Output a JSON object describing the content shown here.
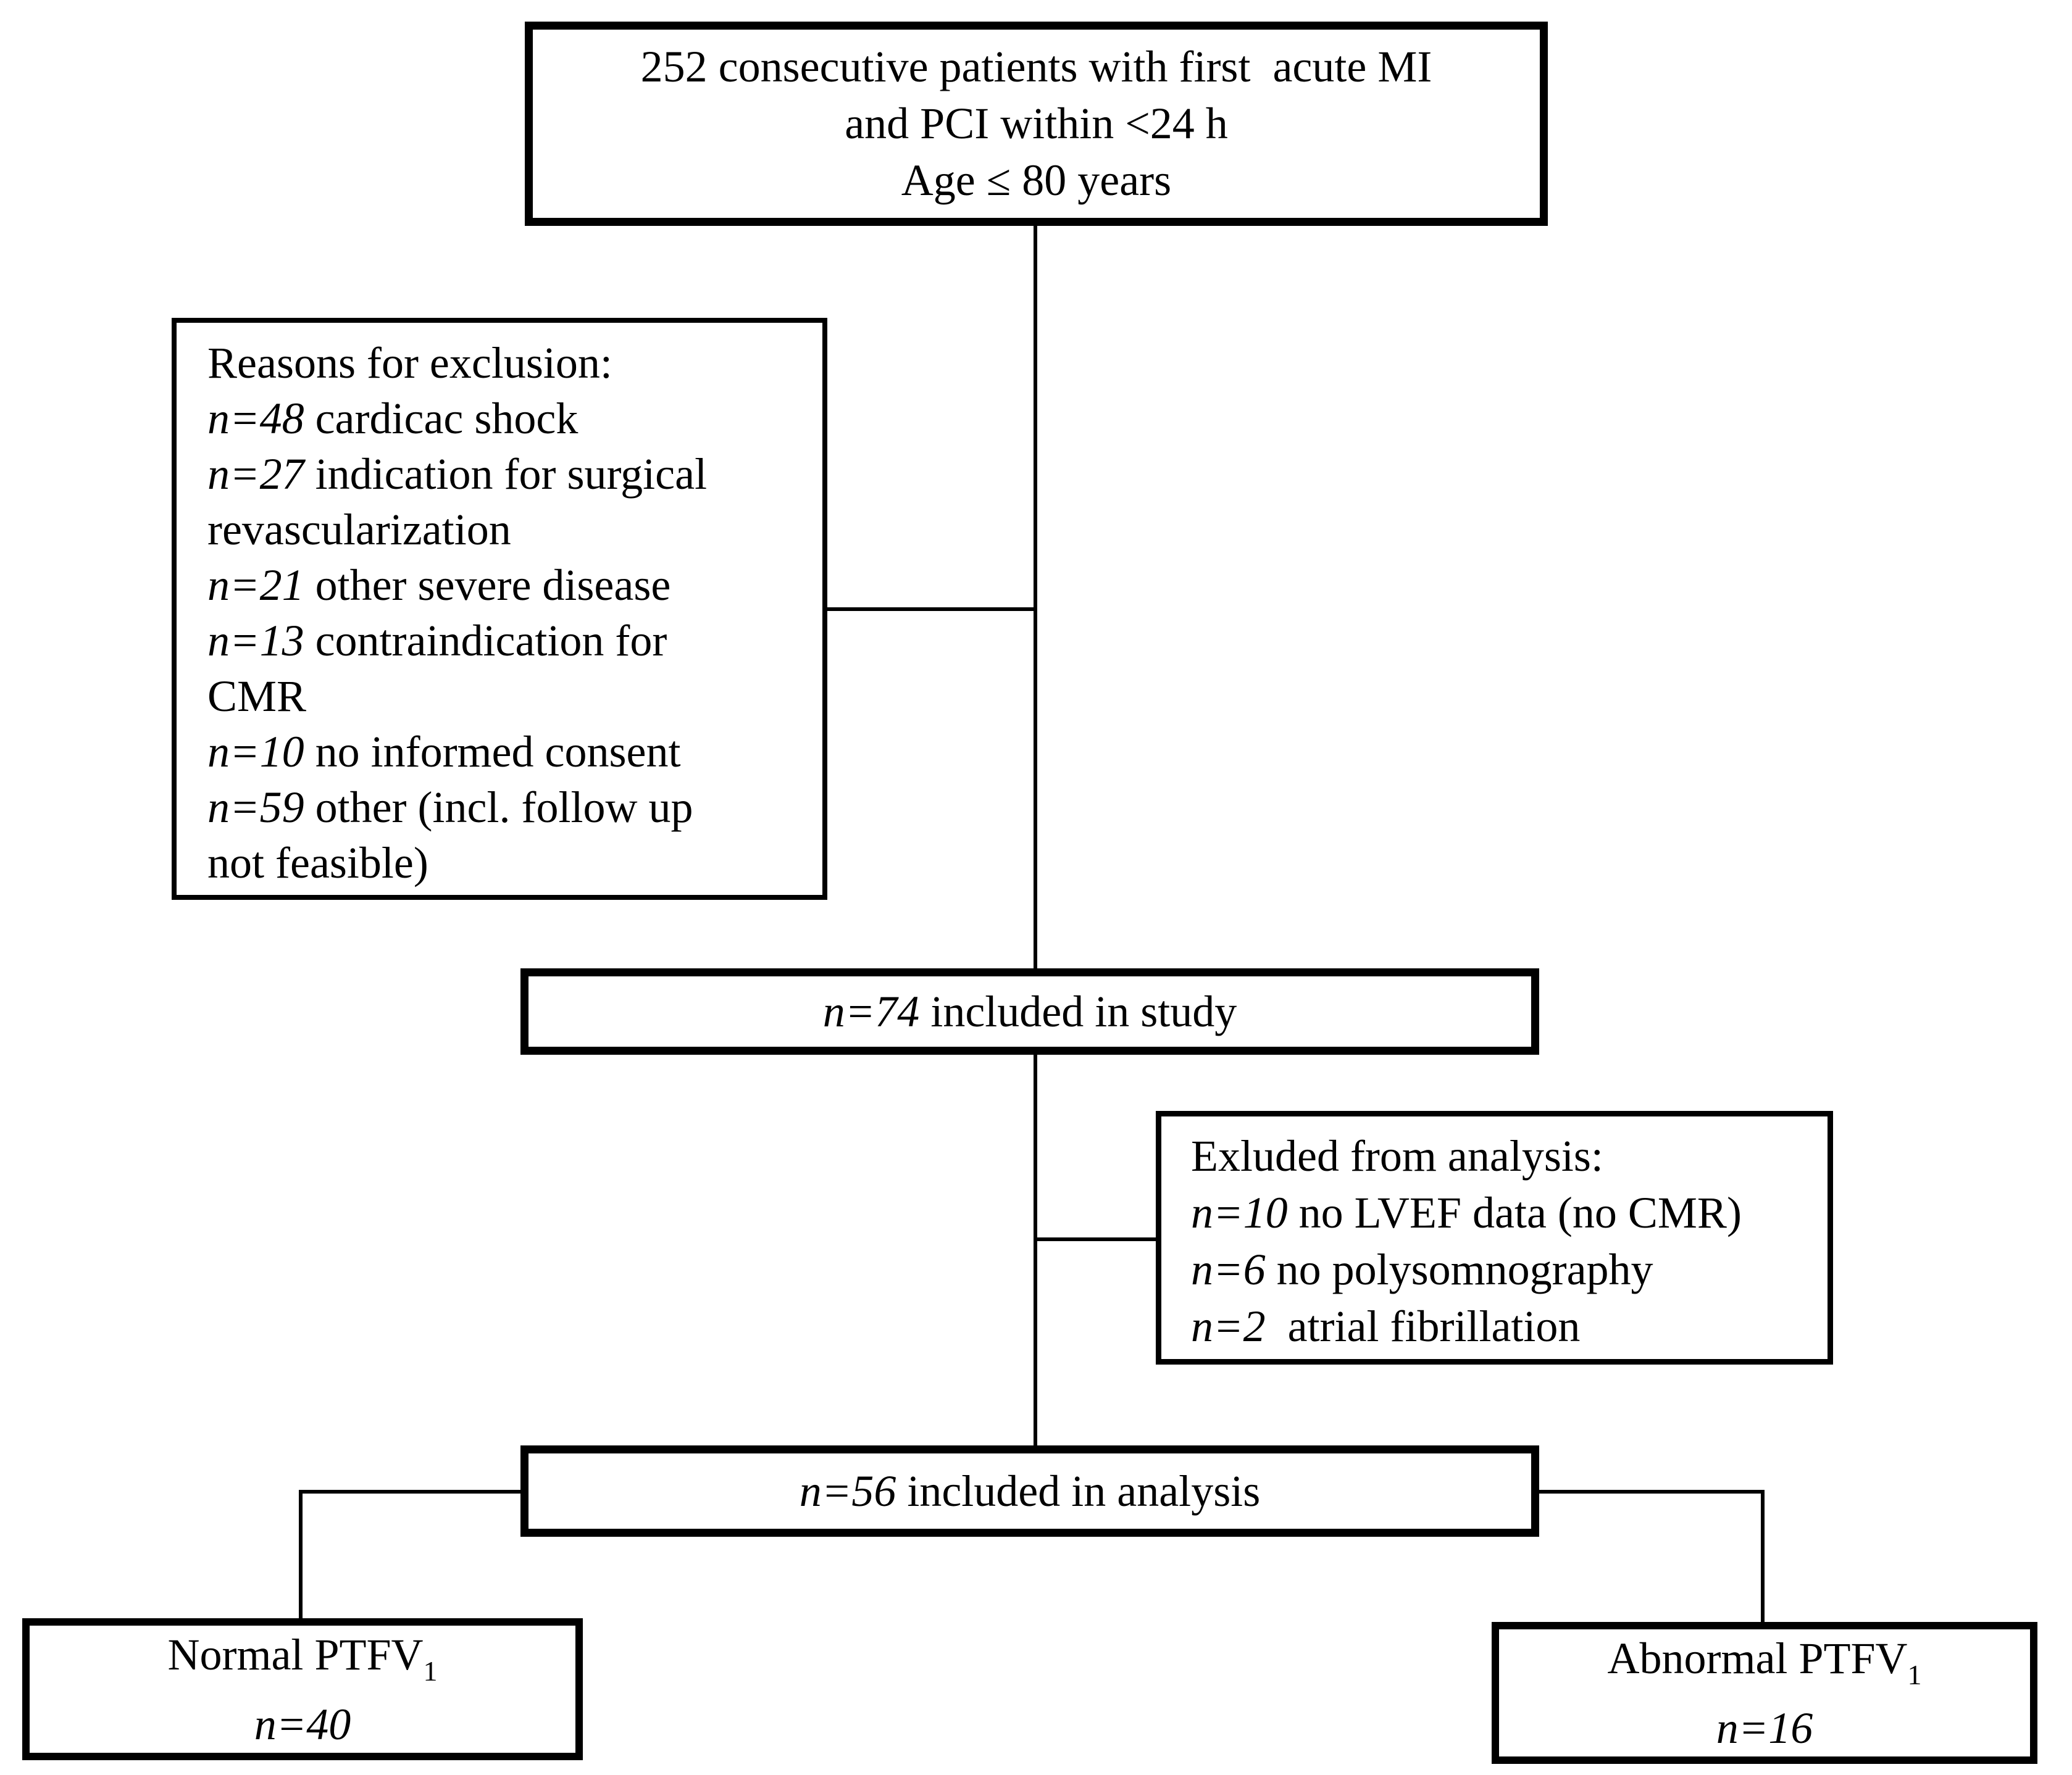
{
  "colors": {
    "ink": "#000000",
    "paper": "#ffffff"
  },
  "flow": {
    "enrollment": {
      "lines": [
        "252 consecutive patients with first  acute MI",
        "and PCI within <24 h",
        "Age ≤ 80 years"
      ]
    },
    "exclusion": {
      "title": "Reasons for exclusion:",
      "items": [
        {
          "n": "n=48",
          "text": " cardicac shock"
        },
        {
          "n": "n=27",
          "text": " indication for surgical\nrevascularization"
        },
        {
          "n": "n=21",
          "text": " other severe disease"
        },
        {
          "n": "n=13",
          "text": " contraindication for\nCMR"
        },
        {
          "n": "n=10",
          "text": " no informed consent"
        },
        {
          "n": "n=59",
          "text": " other (incl. follow up\nnot feasible)"
        }
      ]
    },
    "study": {
      "n": "n=74",
      "text": " included in study"
    },
    "excluded": {
      "title": "Exluded from analysis:",
      "items": [
        {
          "n": "n=10",
          "text": " no LVEF data (no CMR)"
        },
        {
          "n": "n=6",
          "text": " no polysomnography"
        },
        {
          "n": "n=2",
          "text": "  atrial fibrillation"
        }
      ]
    },
    "analysis": {
      "n": "n=56",
      "text": " included in analysis"
    },
    "normal": {
      "label": "Normal PTFV",
      "sub": "1",
      "n": "n=40"
    },
    "abnormal": {
      "label": "Abnormal PTFV",
      "sub": "1",
      "n": "n=16"
    }
  }
}
